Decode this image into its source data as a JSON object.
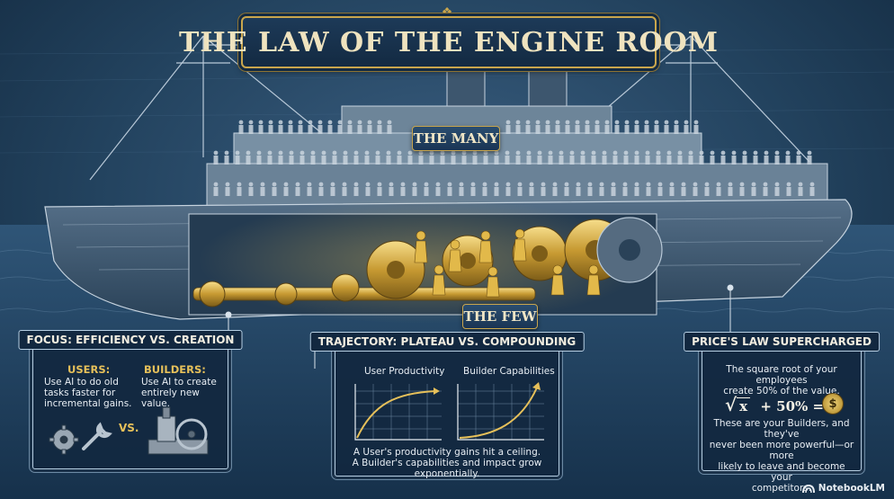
{
  "title": "THE LAW OF THE ENGINE ROOM",
  "tags": {
    "many": "THE MANY",
    "few": "THE FEW"
  },
  "focus": {
    "heading": "FOCUS: EFFICIENCY VS. CREATION",
    "users_label": "USERS:",
    "users_text": [
      "Use AI to do old",
      "tasks faster for",
      "incremental gains."
    ],
    "builders_label": "BUILDERS:",
    "builders_text": [
      "Use AI to create",
      "entirely new value."
    ],
    "vs": "VS."
  },
  "trajectory": {
    "heading": "TRAJECTORY: PLATEAU VS. COMPOUNDING",
    "chart_left_label": "User Productivity",
    "chart_right_label": "Builder Capabilities",
    "caption": [
      "A User's productivity gains hit a ceiling.",
      "A Builder's capabilities and impact grow exponentially."
    ]
  },
  "price": {
    "heading": "PRICE'S LAW SUPERCHARGED",
    "lead": [
      "The square root of your employees",
      "create 50% of the value."
    ],
    "formula_x": "x",
    "formula_rest": "+ 50% =",
    "dollar": "$",
    "body": [
      "These are your Builders, and they've",
      "never been more powerful—or more",
      "likely to leave and become your",
      "competitors."
    ]
  },
  "brand": "NotebookLM",
  "colors": {
    "gold": "#e6c05a",
    "navy": "#1b3550",
    "brass": "#c9a64d",
    "cream": "#efe3bf"
  },
  "icons": [
    "gear-icon",
    "wrench-icon",
    "engine-machine-icon",
    "dollar-coin-icon",
    "notebooklm-logo-icon"
  ]
}
